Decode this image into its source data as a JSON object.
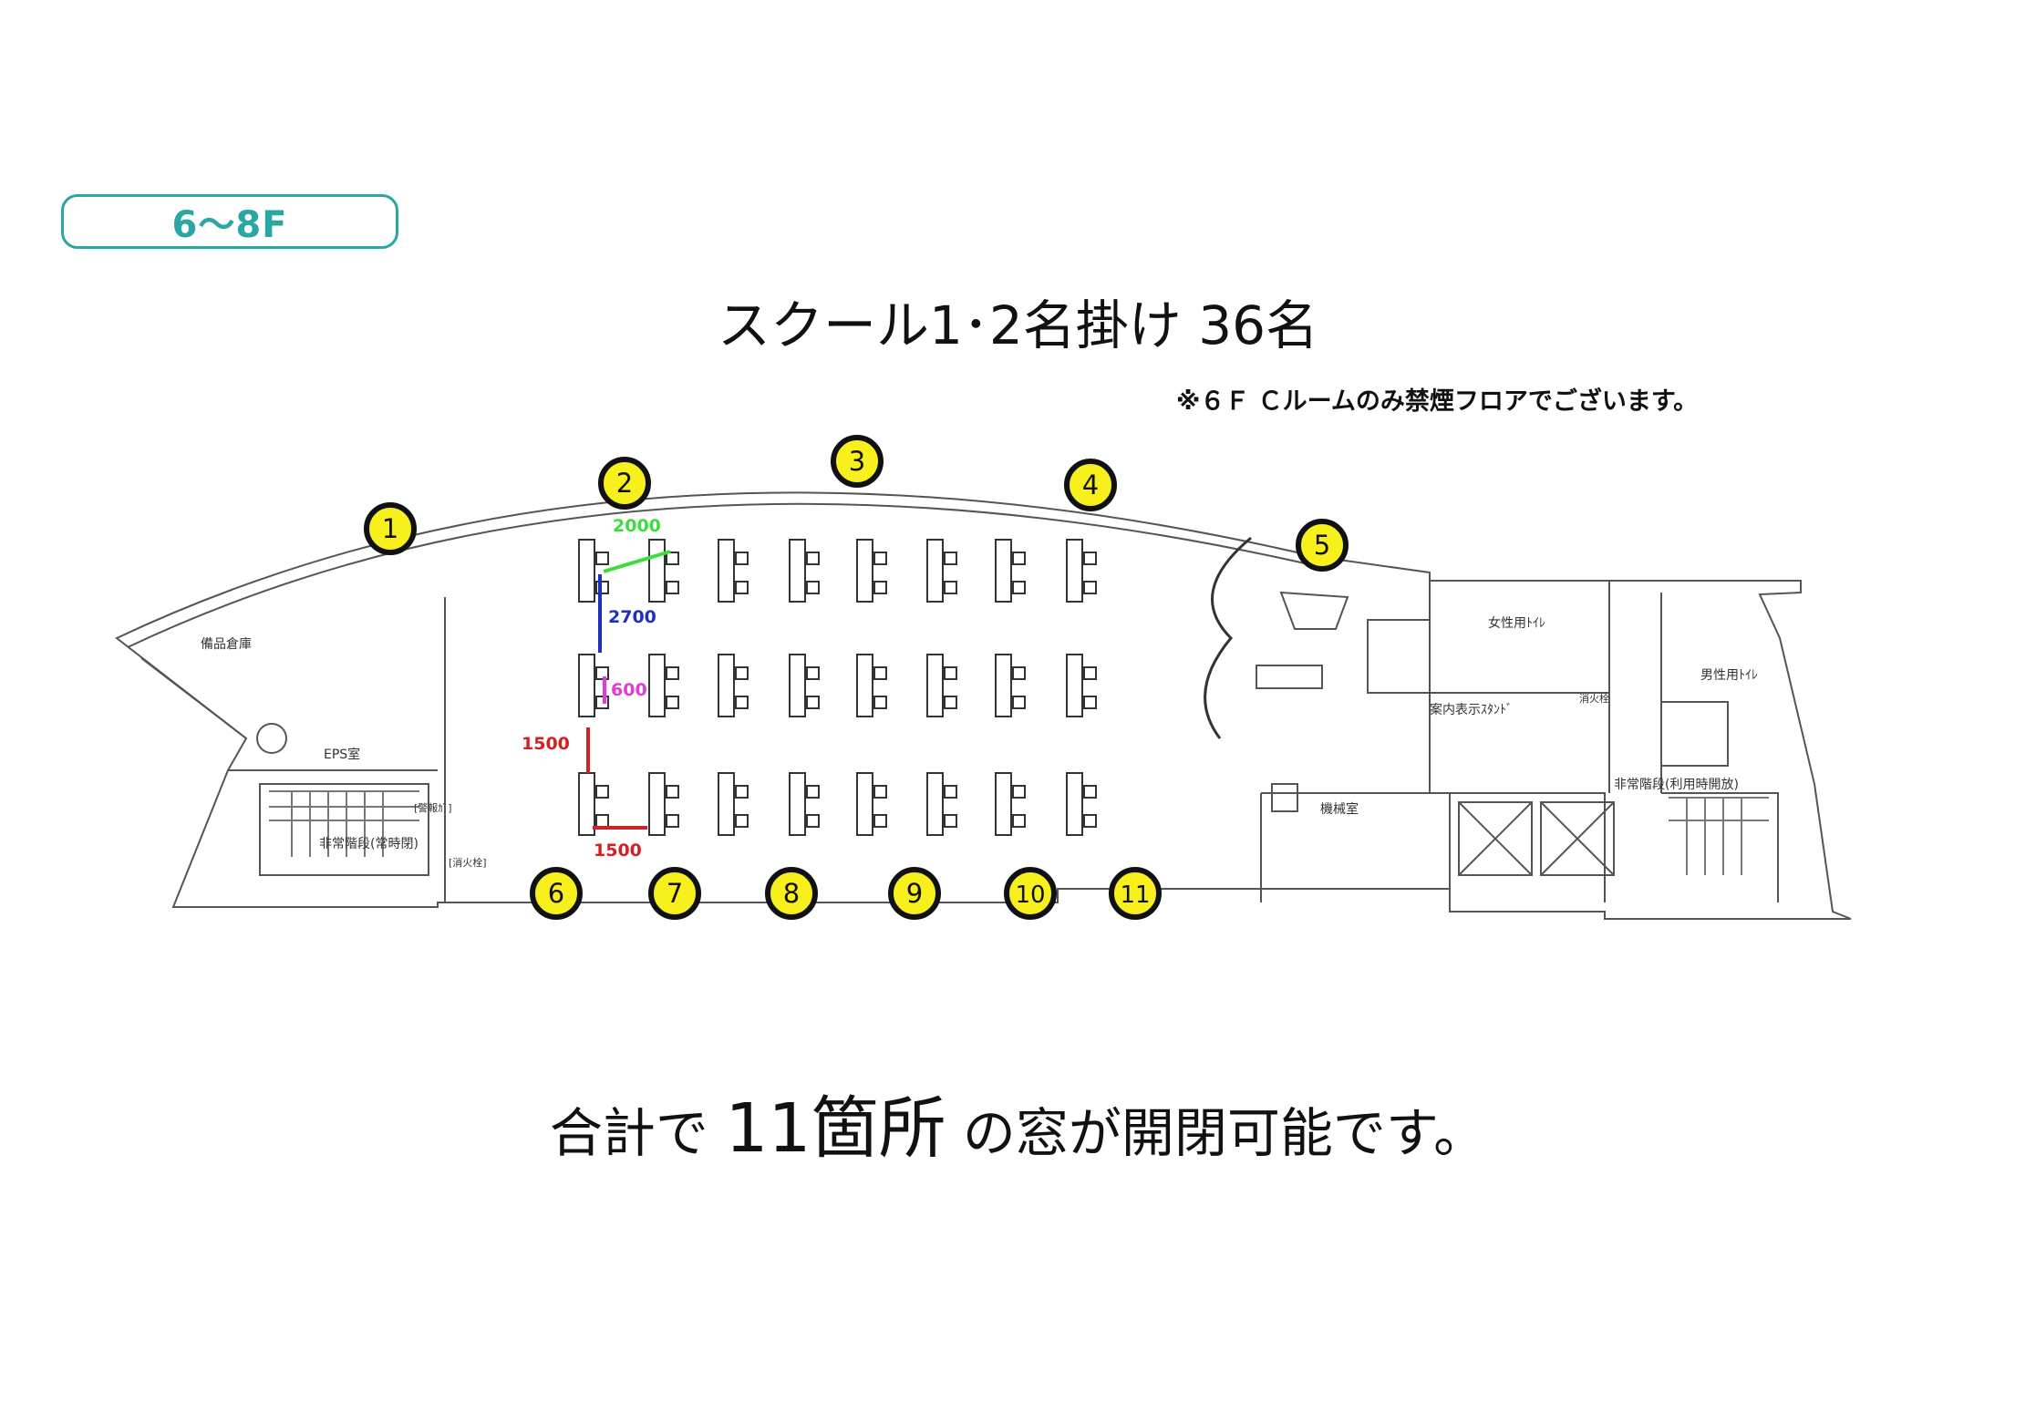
{
  "floor_badge": "6～8F",
  "title": "スクール1･2名掛け 36名",
  "note": "※６Ｆ Ｃルームのみ禁煙フロアでございます。",
  "summary": {
    "prefix": "合計で ",
    "count": "11箇所",
    "suffix": " の窓が開閉可能です。"
  },
  "room_labels": {
    "storage": "備品倉庫",
    "eps": "EPS室",
    "stairs_left": "非常階段(常時閉)",
    "alarm": "[警報ｶﾞ]",
    "extinguisher": "[消火栓]",
    "womens_restroom": "女性用ﾄｲﾚ",
    "mens_restroom": "男性用ﾄｲﾚ",
    "information_stand": "案内表示ｽﾀﾝﾄﾞ",
    "machine_room": "機械室",
    "stairs_right": "非常階段(利用時開放)",
    "extinguisher_2": "消火栓"
  },
  "dimensions": {
    "d2000": "2000",
    "d2700": "2700",
    "d600": "600",
    "d1500_vertical": "1500",
    "d1500_horizontal": "1500"
  },
  "dimension_colors": {
    "d2000": "#3ddc3d",
    "d2700": "#1f2fbf",
    "d600": "#e23ad6",
    "d1500": "#d42020"
  },
  "window_marker_color": "#f7f01c",
  "windows": [
    "1",
    "2",
    "3",
    "4",
    "5",
    "6",
    "7",
    "8",
    "9",
    "10",
    "11"
  ]
}
